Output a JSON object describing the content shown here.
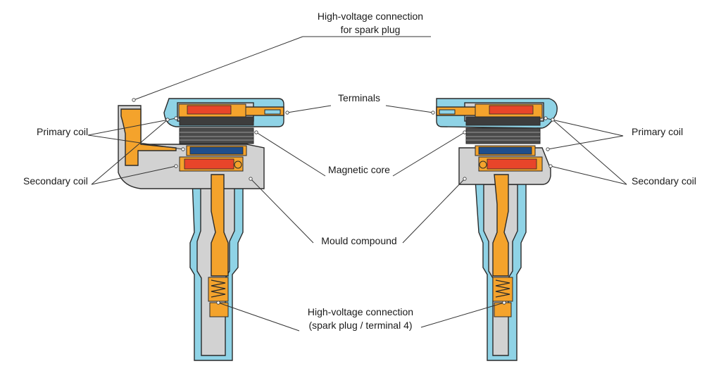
{
  "labels": {
    "hv_top_line1": "High-voltage connection",
    "hv_top_line2": "for spark plug",
    "terminals": "Terminals",
    "primary_left": "Primary coil",
    "primary_right": "Primary coil",
    "secondary_left": "Secondary coil",
    "secondary_right": "Secondary coil",
    "magnetic_core": "Magnetic core",
    "mould_compound": "Mould compound",
    "hv_bottom_line1": "High-voltage connection",
    "hv_bottom_line2": "(spark plug / terminal 4)"
  },
  "colors": {
    "housing_blue": "#8fd3e6",
    "body_grey": "#d2d2d2",
    "conductor_orange": "#f4a32c",
    "secondary_winding_red": "#e8452a",
    "primary_winding_navy": "#1f4e8c",
    "core_dark": "#3d3d3d",
    "outline": "#2a2a2a"
  }
}
